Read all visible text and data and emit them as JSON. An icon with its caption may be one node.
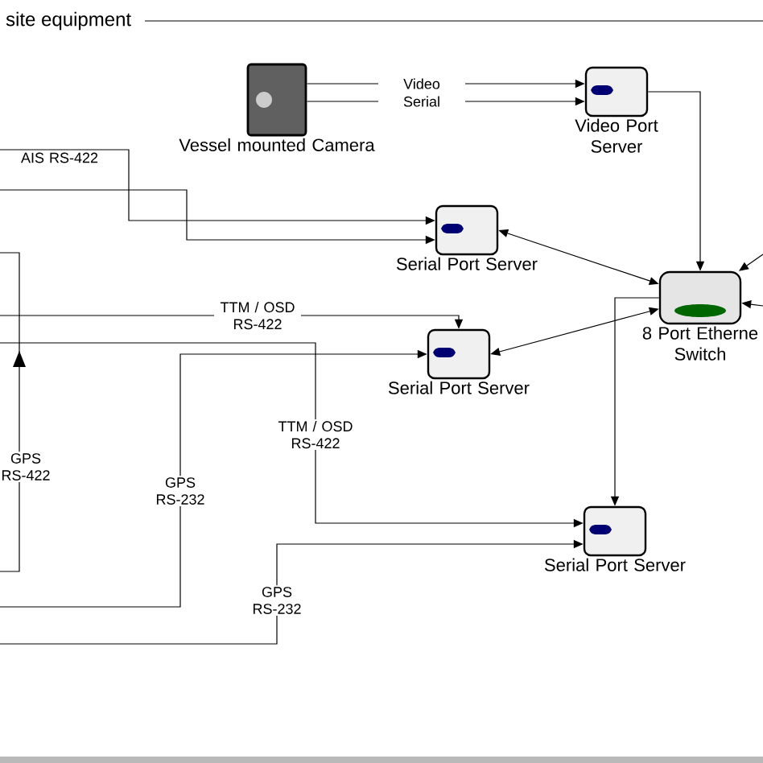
{
  "diagram": {
    "title": "site equipment",
    "nodes": [
      {
        "text": [
          "Vessel mounted Camera"
        ]
      },
      {
        "text": [
          "Video Port Server"
        ]
      },
      {
        "text": [
          "Serial Port Server"
        ]
      },
      {
        "text": [
          "Serial Port Server"
        ]
      },
      {
        "text": [
          "8 Port Etherne Switch"
        ]
      },
      {
        "text": [
          "Serial Port Server"
        ]
      }
    ],
    "edges": [
      {
        "from": 0,
        "to": 1,
        "arrow": "to",
        "label": "Video"
      },
      {
        "from": 0,
        "to": 1,
        "arrow": "to",
        "label": "Serial"
      },
      {
        "from": 1,
        "to": 4,
        "arrow": "to"
      },
      {
        "from": 4,
        "to": 2,
        "arrow": "both"
      },
      {
        "from": 4,
        "to": 3,
        "arrow": "both"
      },
      {
        "from": 4,
        "to": 5,
        "arrow": "to"
      },
      {
        "from": null,
        "to": 4,
        "arrow": "to"
      },
      {
        "from": null,
        "to": 4,
        "arrow": "to"
      },
      {
        "from": null,
        "to": 2,
        "arrow": "to",
        "label": "AIS RS-422"
      },
      {
        "from": null,
        "to": 2,
        "arrow": "to"
      },
      {
        "from": null,
        "to": 3,
        "arrow": "to",
        "label": "TTM / OSD RS-422"
      },
      {
        "from": null,
        "to": 3,
        "arrow": "to",
        "label": "GPS RS-232"
      },
      {
        "from": null,
        "to": 5,
        "arrow": "to",
        "label": "TTM / OSD RS-422"
      },
      {
        "from": null,
        "to": 5,
        "arrow": "to",
        "label": "GPS RS-232"
      }
    ],
    "labels": [
      "GPS RS-422"
    ]
  }
}
